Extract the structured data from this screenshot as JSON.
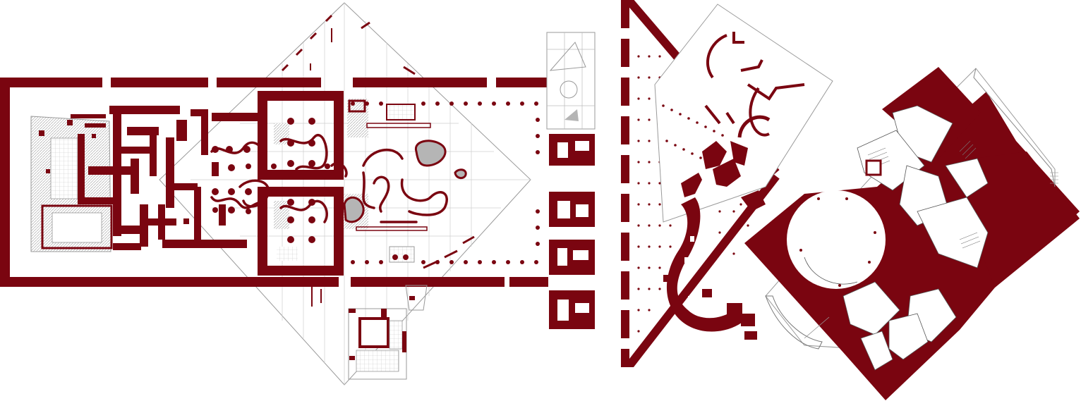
{
  "colors": {
    "wall": "#7a0510",
    "line": "#9a9a9a",
    "hatch": "#c4c4c4",
    "background": "#ffffff"
  },
  "drawings": [
    {
      "id": "rectangular-complex-plan"
    },
    {
      "id": "site-inset-plan"
    },
    {
      "id": "triangular-wedge-plan"
    },
    {
      "id": "circular-rotunda-plan"
    }
  ]
}
